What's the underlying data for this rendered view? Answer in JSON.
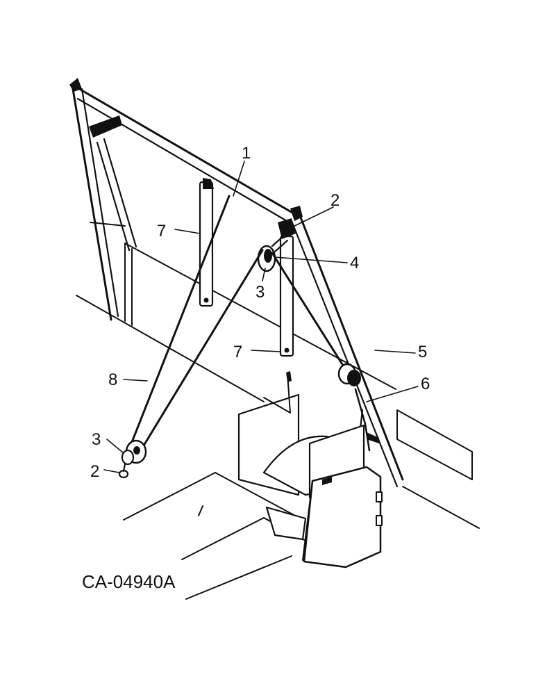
{
  "figure": {
    "drawing_code": "CA-04940A",
    "callouts": {
      "c1": "1",
      "c2_top": "2",
      "c4": "4",
      "c3_top": "3",
      "c7_top": "7",
      "c7_bottom": "7",
      "c5": "5",
      "c6": "6",
      "c8": "8",
      "c3_bottom": "3",
      "c2_bottom": "2"
    }
  },
  "colors": {
    "ink": "#111111",
    "paper": "#ffffff"
  }
}
